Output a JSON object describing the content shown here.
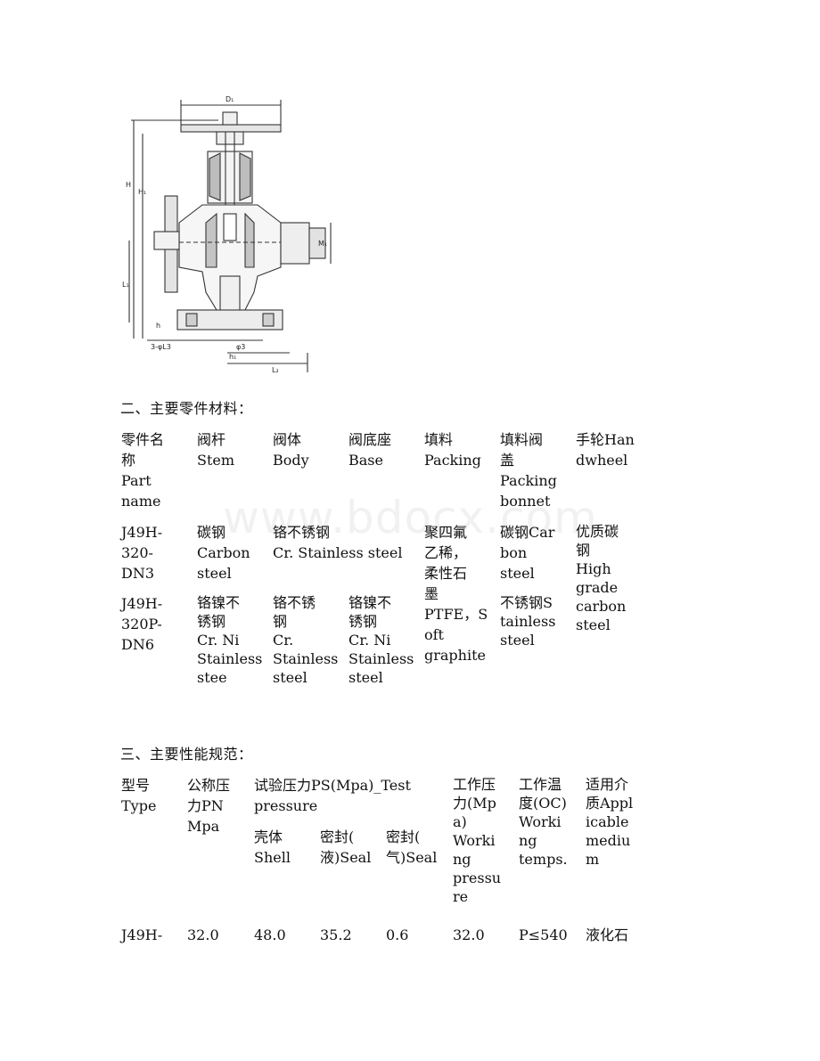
{
  "watermark": "www.bdocx.com",
  "figure": {
    "labels": {
      "D1": "D₁",
      "H": "H",
      "H1": "H₁",
      "M1": "M₁",
      "L1": "L₁",
      "h": "h",
      "h1": "h₁",
      "holes": "3-φL3",
      "phi3": "φ3",
      "L2": "L₂"
    }
  },
  "section2": {
    "heading": "二、主要零件材料：",
    "header": [
      "零件名\n称\nPart\nname",
      "阀杆\nStem",
      "阀体\nBody",
      "阀底座\nBase",
      "填料\nPacking",
      "填料阀\n盖\nPacking\nbonnet",
      "手轮Han\ndwheel"
    ],
    "row1": {
      "model": "J49H-\n320-\nDN3",
      "stem": "碳钢\nCarbon\nsteel",
      "body_base": "铬不锈钢\nCr. Stainless steel",
      "packing": "聚四氟\n乙稀，\n柔性石\n墨\nPTFE，S\noft\ngraphite",
      "bonnet": "碳钢Car\nbon\nsteel",
      "handwheel": "优质碳\n钢\nHigh\ngrade\ncarbon\nsteel"
    },
    "row2": {
      "model": "J49H-\n320P-\nDN6",
      "stem": "铬镍不\n锈钢\nCr. Ni\nStainless\nstee",
      "body": "铬不锈\n钢\nCr.\nStainless\nsteel",
      "base": "铬镍不\n锈钢\nCr. Ni\nStainless\nsteel",
      "bonnet": "不锈钢S\ntainless\nsteel"
    }
  },
  "section3": {
    "heading": "三、主要性能规范：",
    "header": {
      "type": "型号\nType",
      "pn": "公称压\n力PN\nMpa",
      "test": "试验压力PS(Mpa)_Test\npressure",
      "shell": "壳体\nShell",
      "seal_liquid": "密封(\n液)Seal",
      "seal_gas": "密封(\n气)Seal",
      "work_p": "工作压\n力(Mp\na)\nWorki\nng\npressu\nre",
      "work_t": "工作温\n度(OC)\nWorki\nng\ntemps.",
      "medium": "适用介\n质Appl\nicable\nmediu\nm"
    },
    "row1": [
      "J49H-",
      "32.0",
      "48.0",
      "35.2",
      "0.6",
      "32.0",
      "P≤540",
      "液化石"
    ]
  }
}
